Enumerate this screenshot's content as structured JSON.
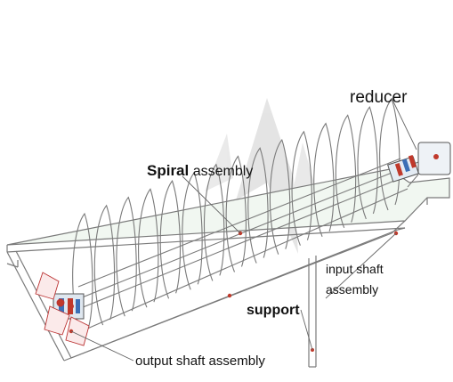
{
  "labels": {
    "reducer": "reducer",
    "spiral_assembly_prefix": "Spiral",
    "spiral_assembly_suffix": "assembly",
    "input_shaft_line1": "input shaft",
    "input_shaft_line2": "assembly",
    "support": "support",
    "output_shaft_assembly": "output shaft assembly"
  },
  "colors": {
    "line": "#7a7a7a",
    "tank_fill": "#eef6ee",
    "accent_red": "#c0392b",
    "accent_blue": "#3b6fb6",
    "watermark": "#c9c9c9"
  }
}
